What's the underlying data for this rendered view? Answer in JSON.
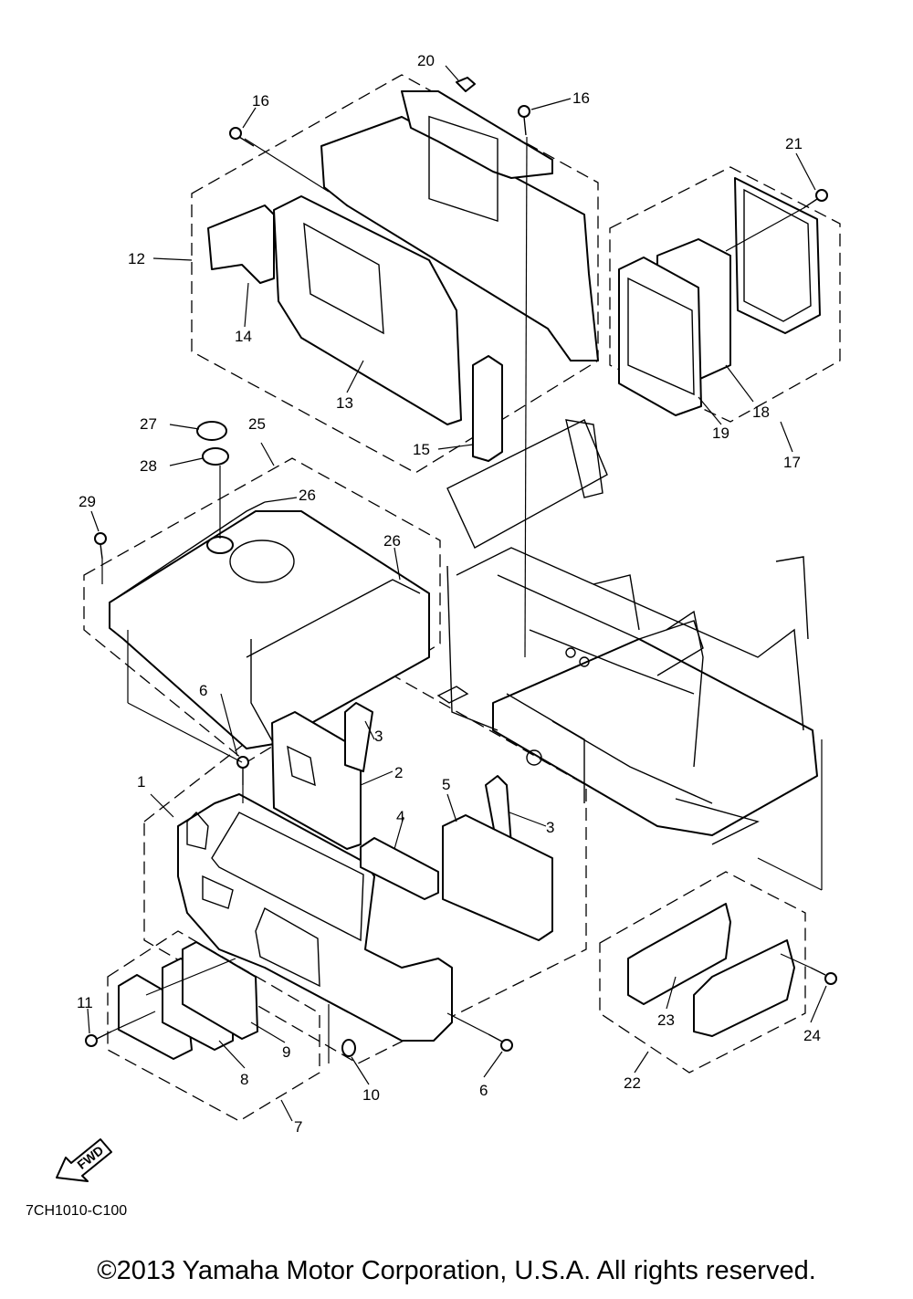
{
  "diagram_code": "7CH1010-C100",
  "fwd_label": "FWD",
  "copyright": "©2013 Yamaha Motor Corporation, U.S.A. All rights reserved.",
  "callouts": {
    "c1": "1",
    "c2": "2",
    "c3a": "3",
    "c3b": "3",
    "c4": "4",
    "c5": "5",
    "c6a": "6",
    "c6b": "6",
    "c7": "7",
    "c8": "8",
    "c9": "9",
    "c10": "10",
    "c11": "11",
    "c12": "12",
    "c13": "13",
    "c14": "14",
    "c15": "15",
    "c16a": "16",
    "c16b": "16",
    "c17": "17",
    "c18": "18",
    "c19": "19",
    "c20": "20",
    "c21": "21",
    "c22": "22",
    "c23": "23",
    "c24": "24",
    "c25": "25",
    "c26a": "26",
    "c26b": "26",
    "c27": "27",
    "c28": "28",
    "c29": "29"
  }
}
